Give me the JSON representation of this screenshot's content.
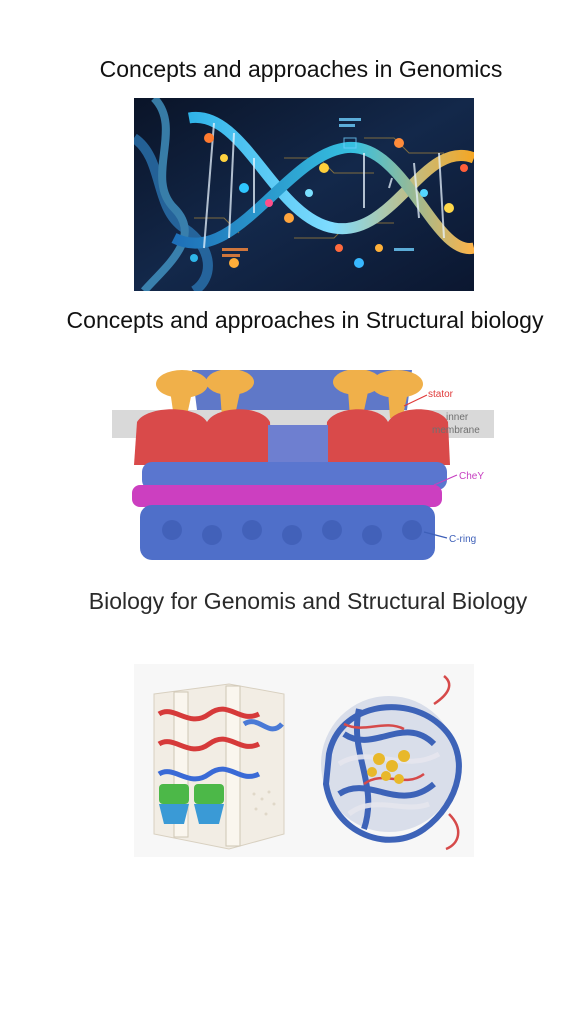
{
  "sections": [
    {
      "title": "Concepts and approaches in Genomics",
      "image_icon": "dna-double-helix-image"
    },
    {
      "title": "Concepts and approaches in Structural biology",
      "image_icon": "flagellar-motor-structure-image",
      "labels": {
        "stator": "stator",
        "inner_membrane_1": "inner",
        "inner_membrane_2": "membrane",
        "chey": "CheY",
        "cring": "C-ring"
      }
    },
    {
      "title": "Biology for Genomis and Structural Biology",
      "image_icon": "protein-structures-image"
    }
  ],
  "colors": {
    "dna_background": "#0b1a33",
    "stator": "#d94a4a",
    "chey": "#cc3fc0",
    "cring": "#4f6fc9",
    "label_red": "#e03a3a",
    "label_magenta": "#c63fc0",
    "label_blue": "#3d5fb8"
  }
}
